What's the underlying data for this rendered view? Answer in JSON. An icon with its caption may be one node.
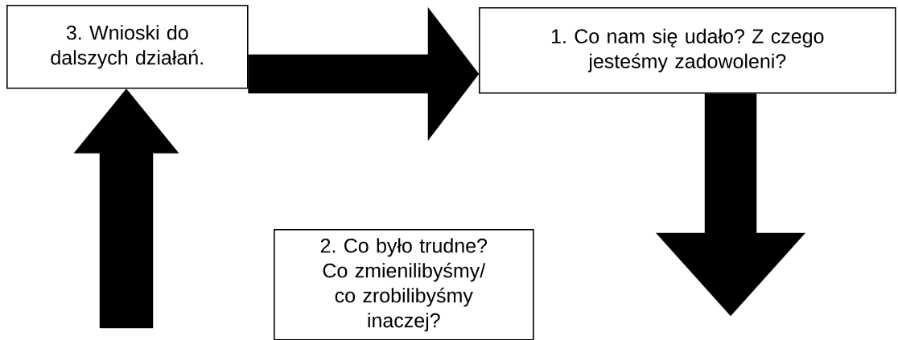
{
  "diagram": {
    "nodes": [
      {
        "text": [
          "3. Wnioski do dalszych działań."
        ]
      },
      {
        "text": [
          "1. Co nam się udało? Z czego jesteśmy zadowoleni?"
        ]
      },
      {
        "text": [
          "2. Co było trudne? Co zmienilibyśmy/ co zrobilibyśmy inaczej?"
        ]
      }
    ],
    "edges": [
      {
        "from": 0,
        "to": 1,
        "arrow": "to"
      },
      {
        "from": 1,
        "to": null,
        "arrow": "to"
      },
      {
        "from": null,
        "to": 0,
        "arrow": "to"
      }
    ]
  }
}
